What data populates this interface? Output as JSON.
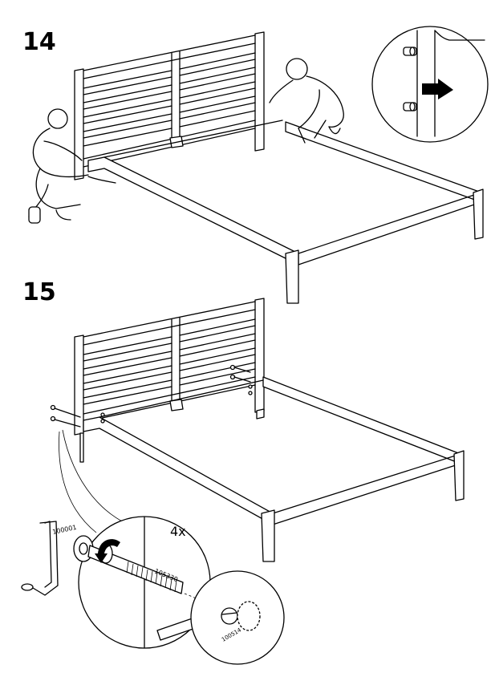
{
  "steps": {
    "step14": {
      "number": "14"
    },
    "step15": {
      "number": "15"
    }
  },
  "callouts": {
    "quantity": "4x",
    "part_allen_key": "100001",
    "part_bolt": "105330",
    "part_barrel_nut": "100514"
  },
  "colors": {
    "line": "#000000",
    "background": "#ffffff"
  },
  "icons": [
    "arrow-right-icon",
    "rotate-arrow-icon"
  ]
}
